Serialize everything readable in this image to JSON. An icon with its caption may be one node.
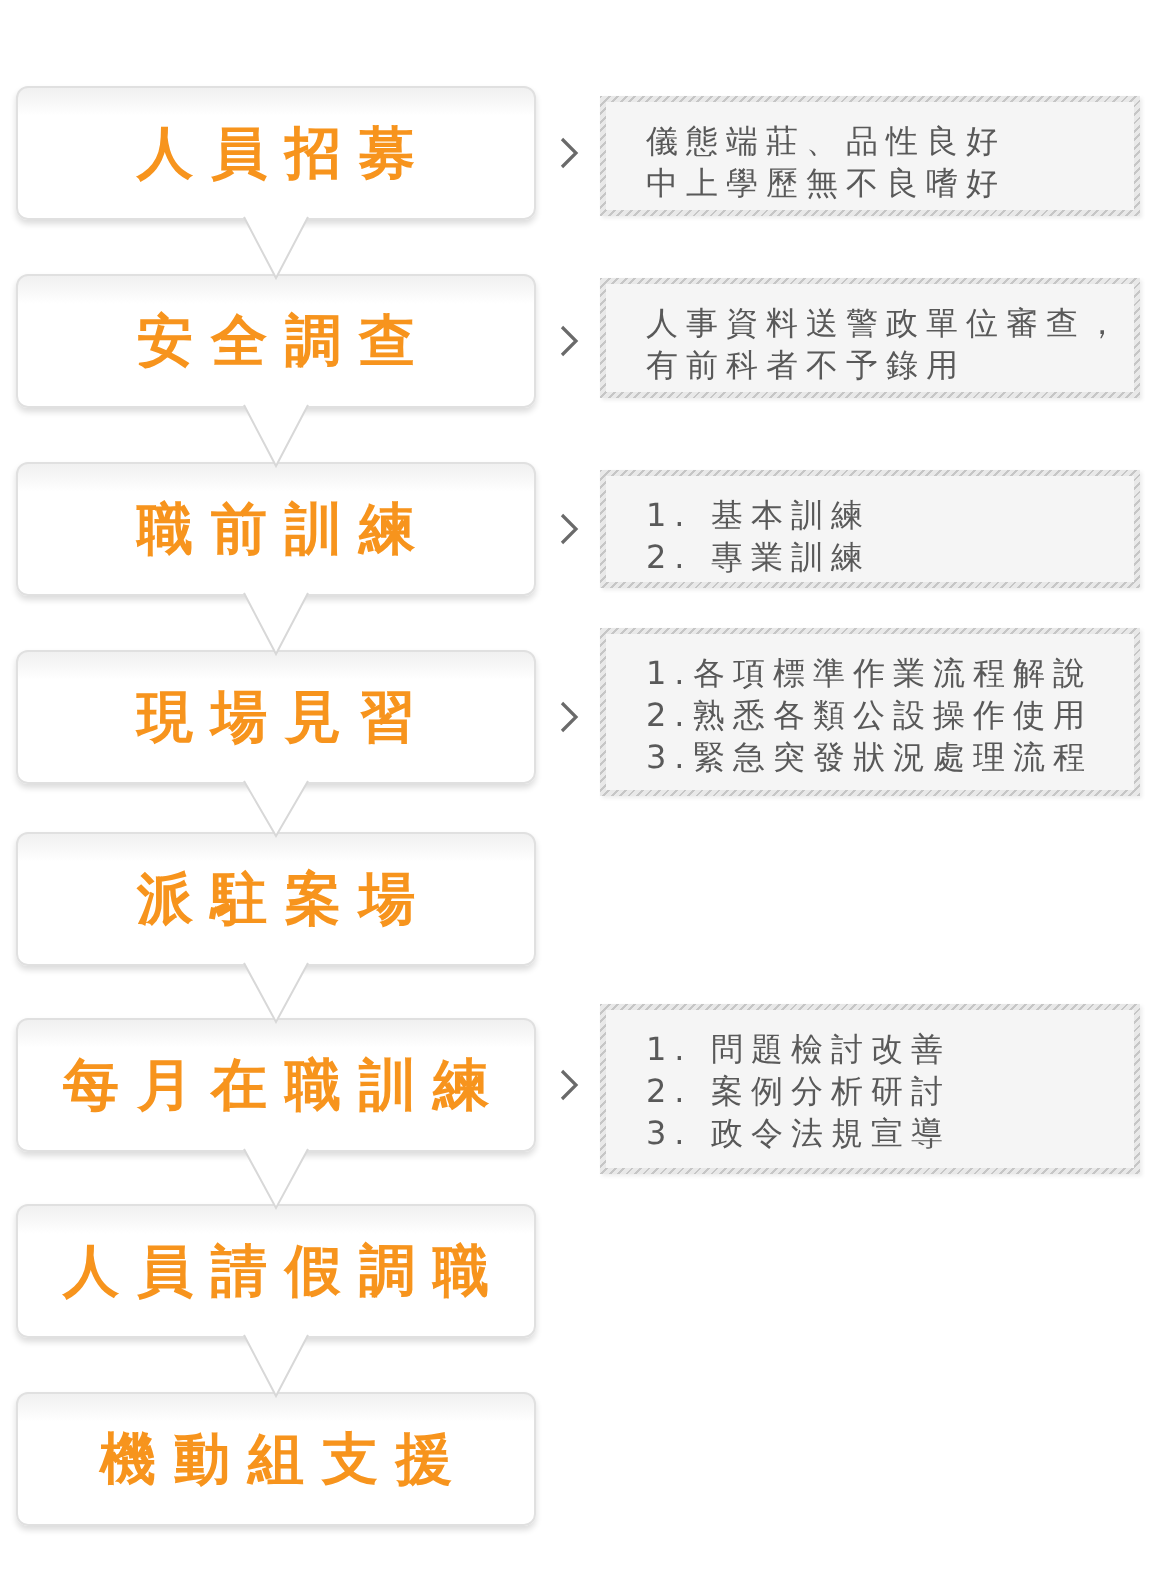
{
  "diagram": {
    "nodes": [
      {
        "text": [
          "人員招募"
        ]
      },
      {
        "text": [
          "儀態端莊、品性良好",
          "中上學歷無不良嗜好"
        ]
      },
      {
        "text": [
          "安全調查"
        ]
      },
      {
        "text": [
          "人事資料送警政單位審查，有前科者不予錄用"
        ]
      },
      {
        "text": [
          "職前訓練"
        ]
      },
      {
        "text": [
          "1. 基本訓練",
          "2. 專業訓練"
        ]
      },
      {
        "text": [
          "現場見習"
        ]
      },
      {
        "text": [
          "1.各項標準作業流程解說",
          "2.熟悉各類公設操作使用",
          "3.緊急突發狀況處理流程"
        ]
      },
      {
        "text": [
          "派駐案場"
        ]
      },
      {
        "text": [
          "每月在職訓練"
        ]
      },
      {
        "text": [
          "1. 問題檢討改善",
          "2. 案例分析研討",
          "3. 政令法規宣導"
        ]
      },
      {
        "text": [
          "人員請假調職"
        ]
      },
      {
        "text": [
          "機動組支援"
        ]
      }
    ],
    "edges": [
      {
        "from": 0,
        "to": 2,
        "arrow": "to"
      },
      {
        "from": 2,
        "to": 4,
        "arrow": "to"
      },
      {
        "from": 4,
        "to": 6,
        "arrow": "to"
      },
      {
        "from": 6,
        "to": 8,
        "arrow": "to"
      },
      {
        "from": 8,
        "to": 9,
        "arrow": "to"
      },
      {
        "from": 9,
        "to": 11,
        "arrow": "to"
      },
      {
        "from": 11,
        "to": 12,
        "arrow": "to"
      },
      {
        "from": 0,
        "to": 1,
        "arrow": "to",
        "color": "#6a6a6a"
      },
      {
        "from": 2,
        "to": 3,
        "arrow": "to",
        "color": "#6a6a6a"
      },
      {
        "from": 4,
        "to": 5,
        "arrow": "to",
        "color": "#6a6a6a"
      },
      {
        "from": 6,
        "to": 7,
        "arrow": "to",
        "color": "#6a6a6a"
      },
      {
        "from": 9,
        "to": 10,
        "arrow": "to",
        "color": "#6a6a6a"
      }
    ]
  }
}
